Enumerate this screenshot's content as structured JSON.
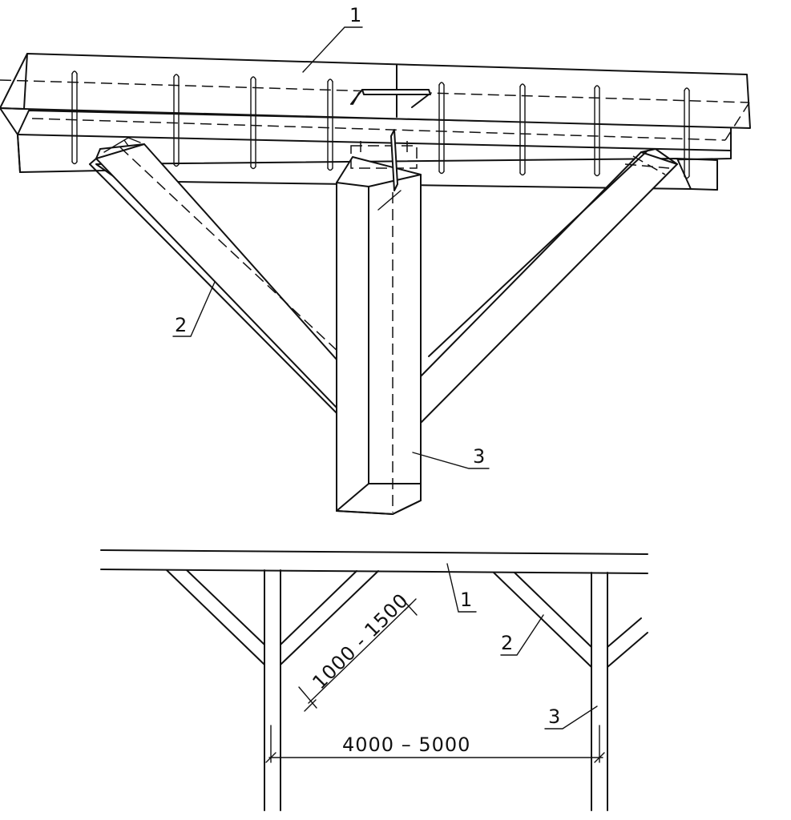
{
  "labels": {
    "top_beam": "1",
    "top_brace": "2",
    "top_post": "3",
    "bottom_beam": "1",
    "bottom_brace": "2",
    "bottom_post": "3"
  },
  "dimensions": {
    "brace_length": "1000 - 1500",
    "post_spacing": "4000  –  5000"
  },
  "colors": {
    "ink": "#111111",
    "background": "#ffffff"
  }
}
